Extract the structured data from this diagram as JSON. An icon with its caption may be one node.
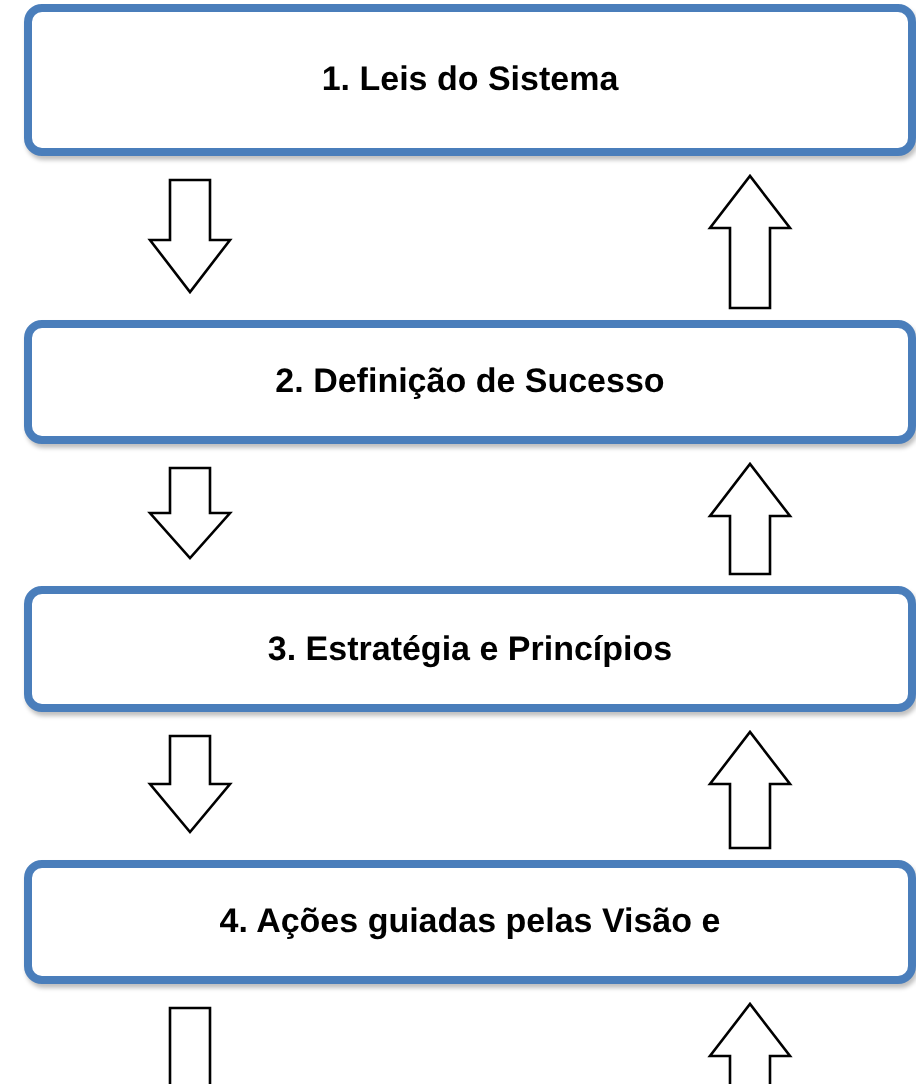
{
  "diagram": {
    "nodes": [
      {
        "text": [
          "1. Leis do Sistema"
        ]
      },
      {
        "text": [
          "2. Definição de Sucesso"
        ]
      },
      {
        "text": [
          "3. Estratégia e Princípios"
        ]
      },
      {
        "text": [
          "4. Ações guiadas pelas Visão e"
        ]
      }
    ],
    "edges": [
      {
        "from": 0,
        "to": 1,
        "arrow": "to"
      },
      {
        "from": 1,
        "to": 0,
        "arrow": "to"
      },
      {
        "from": 1,
        "to": 2,
        "arrow": "to"
      },
      {
        "from": 2,
        "to": 1,
        "arrow": "to"
      },
      {
        "from": 2,
        "to": 3,
        "arrow": "to"
      },
      {
        "from": 3,
        "to": 2,
        "arrow": "to"
      },
      {
        "from": 3,
        "to": null,
        "arrow": "to"
      },
      {
        "from": null,
        "to": 3,
        "arrow": "to"
      }
    ]
  }
}
